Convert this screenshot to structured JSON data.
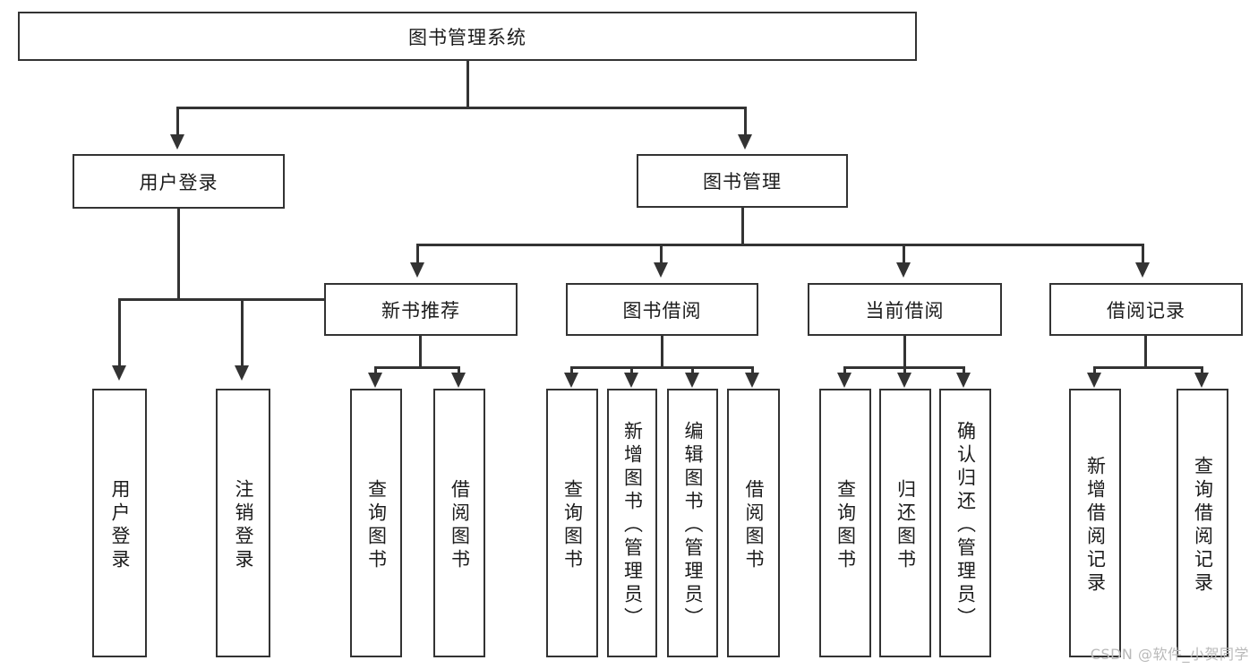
{
  "diagram": {
    "type": "tree",
    "root": {
      "label": "图书管理系统"
    },
    "level1": [
      {
        "label": "用户登录"
      },
      {
        "label": "图书管理"
      }
    ],
    "level2": [
      {
        "label": "新书推荐"
      },
      {
        "label": "图书借阅"
      },
      {
        "label": "当前借阅"
      },
      {
        "label": "借阅记录"
      }
    ],
    "leaves": {
      "user_login": [
        {
          "label": "用户登录"
        },
        {
          "label": "注销登录"
        }
      ],
      "new_book_recommend": [
        {
          "label": "查询图书"
        },
        {
          "label": "借阅图书"
        }
      ],
      "book_borrow": [
        {
          "label": "查询图书"
        },
        {
          "label": "新增图书（管理员）"
        },
        {
          "label": "编辑图书（管理员）"
        },
        {
          "label": "借阅图书"
        }
      ],
      "current_borrow": [
        {
          "label": "查询图书"
        },
        {
          "label": "归还图书"
        },
        {
          "label": "确认归还（管理员）"
        }
      ],
      "borrow_record": [
        {
          "label": "新增借阅记录"
        },
        {
          "label": "查询借阅记录"
        }
      ]
    }
  },
  "watermark": {
    "text": "CSDN @软件_小贺同学"
  },
  "colors": {
    "stroke": "#333333",
    "fill": "#ffffff",
    "text": "#1b1b1b",
    "watermark": "#b9b9b9"
  }
}
